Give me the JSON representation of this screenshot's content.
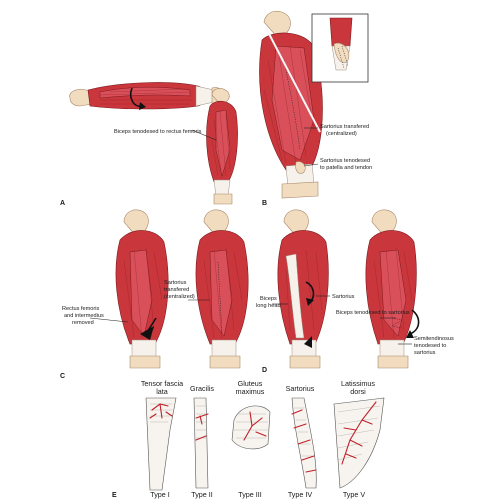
{
  "panels": {
    "A": {
      "letter": "A",
      "label_biceps": "Biceps tenodesed to rectus femoris"
    },
    "B": {
      "letter": "B",
      "label_sartorius_transfer_1": "Sartorius transfered",
      "label_sartorius_transfer_2": "(centralized)",
      "label_sartorius_tenodesed_1": "Sartorius tenodesed",
      "label_sartorius_tenodesed_2": "to patella and tendon"
    },
    "C": {
      "letter": "C",
      "label_rectus_1": "Rectus femoris",
      "label_rectus_2": "and intermedius",
      "label_rectus_3": "removed",
      "label_sartorius_1": "Sartorius",
      "label_sartorius_2": "transfered",
      "label_sartorius_3": "(centralized)"
    },
    "D": {
      "letter": "D",
      "label_sartorius": "Sartorius",
      "label_biceps_1": "Biceps",
      "label_biceps_2": "long head",
      "label_biceps_tenodesed": "Biceps tenodesed to sartorius",
      "label_semi_1": "Semitendinosus",
      "label_semi_2": "tenodesed to",
      "label_semi_3": "sartorius"
    },
    "E": {
      "letter": "E",
      "muscles": [
        {
          "name_1": "Tensor fascia",
          "name_2": "lata",
          "type": "Type I"
        },
        {
          "name_1": "Gracilis",
          "name_2": "",
          "type": "Type II"
        },
        {
          "name_1": "Gluteus",
          "name_2": "maximus",
          "type": "Type III"
        },
        {
          "name_1": "Sartorius",
          "name_2": "",
          "type": "Type IV"
        },
        {
          "name_1": "Latissimus",
          "name_2": "dorsi",
          "type": "Type V"
        }
      ]
    }
  },
  "colors": {
    "muscle": "#c9363c",
    "bone": "#f1dcc0",
    "vessel": "#c0202a"
  }
}
